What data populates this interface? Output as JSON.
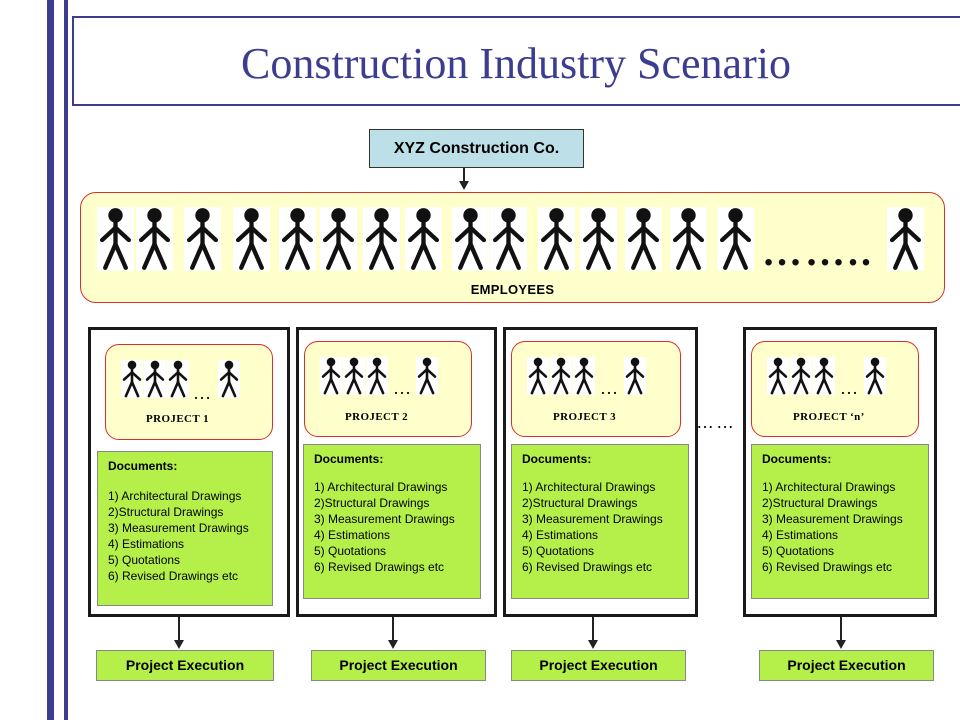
{
  "title": "Construction Industry Scenario",
  "company": "XYZ Construction Co.",
  "employees": {
    "label": "EMPLOYEES",
    "continuation": "…….."
  },
  "projects": [
    {
      "label": "PROJECT  1",
      "ellipsis": "…",
      "documents_title": "Documents:",
      "documents": [
        "1) Architectural Drawings",
        "2)Structural Drawings",
        "3) Measurement Drawings",
        "4) Estimations",
        "5) Quotations",
        "6) Revised Drawings etc"
      ],
      "execution": "Project Execution"
    },
    {
      "label": "PROJECT  2",
      "ellipsis": "…",
      "documents_title": "Documents:",
      "documents": [
        "1) Architectural Drawings",
        "2)Structural Drawings",
        "3) Measurement Drawings",
        "4) Estimations",
        "5) Quotations",
        "6) Revised Drawings etc"
      ],
      "execution": "Project Execution"
    },
    {
      "label": "PROJECT  3",
      "ellipsis": "…",
      "documents_title": "Documents:",
      "documents": [
        "1) Architectural Drawings",
        "2)Structural Drawings",
        "3) Measurement Drawings",
        "4) Estimations",
        "5) Quotations",
        "6) Revised Drawings etc"
      ],
      "execution": "Project Execution"
    },
    {
      "label": "PROJECT  ‘n’",
      "ellipsis": "…",
      "documents_title": "Documents:",
      "documents": [
        "1) Architectural Drawings",
        "2)Structural Drawings",
        "3) Measurement Drawings",
        "4) Estimations",
        "5) Quotations",
        "6) Revised Drawings etc"
      ],
      "execution": "Project Execution"
    }
  ],
  "between_projects": "……",
  "colors": {
    "accent": "#3d3d8f",
    "company_fill": "#bde0e8",
    "band_fill": "#ffffcc",
    "band_border": "#d83030",
    "green_fill": "#b5f04a"
  }
}
